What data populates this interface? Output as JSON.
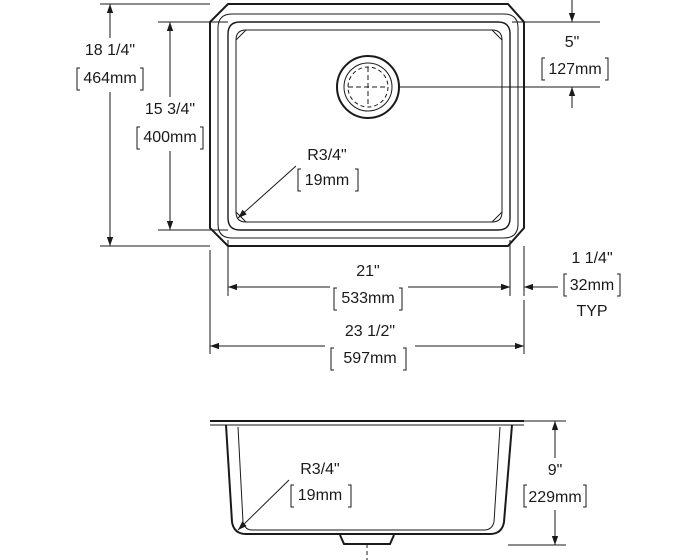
{
  "top_view": {
    "overall_depth": {
      "imperial": "18 1/4\"",
      "metric": "464mm"
    },
    "bowl_depth": {
      "imperial": "15 3/4\"",
      "metric": "400mm"
    },
    "drain_offset": {
      "imperial": "5\"",
      "metric": "127mm"
    },
    "corner_radius": {
      "imperial": "R3/4\"",
      "metric": "19mm"
    },
    "bowl_width": {
      "imperial": "21\"",
      "metric": "533mm"
    },
    "overall_width": {
      "imperial": "23 1/2\"",
      "metric": "597mm"
    },
    "rim_width": {
      "imperial": "1 1/4\"",
      "metric": "32mm",
      "note": "TYP"
    }
  },
  "side_view": {
    "corner_radius": {
      "imperial": "R3/4\"",
      "metric": "19mm"
    },
    "bowl_height": {
      "imperial": "9\"",
      "metric": "229mm"
    }
  }
}
